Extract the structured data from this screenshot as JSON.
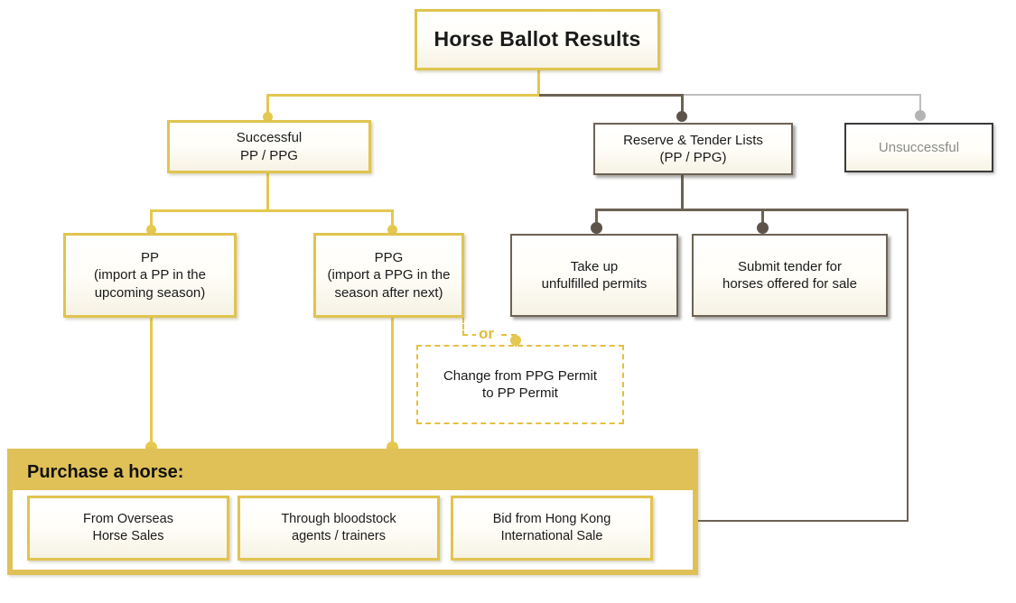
{
  "diagram": {
    "title": "Horse Ballot Results",
    "nodes": {
      "root": "Horse Ballot Results",
      "successful": "Successful\nPP / PPG",
      "reserve": "Reserve & Tender Lists\n(PP / PPG)",
      "unsuccessful": "Unsuccessful",
      "pp": "PP\n(import a PP in the\nupcoming season)",
      "ppg": "PPG\n(import a PPG in the\nseason after next)",
      "take_up": "Take up\nunfulfilled permits",
      "submit_tender": "Submit tender for\nhorses offered for sale",
      "change_permit": "Change from PPG Permit\nto PP Permit",
      "or_label": "or",
      "purchase_header": "Purchase a horse:",
      "overseas": "From Overseas\nHorse Sales",
      "bloodstock": "Through bloodstock\nagents / trainers",
      "hk_sale": "Bid from Hong Kong\nInternational Sale"
    },
    "colors": {
      "gold_border": "#e0c44f",
      "gold_line": "#e5c84f",
      "gold_band": "#dfc158",
      "dark_line": "#6d6255",
      "light_line": "#bdbdbd",
      "muted_text": "#8b8b8b",
      "text": "#1a1a1a"
    }
  }
}
